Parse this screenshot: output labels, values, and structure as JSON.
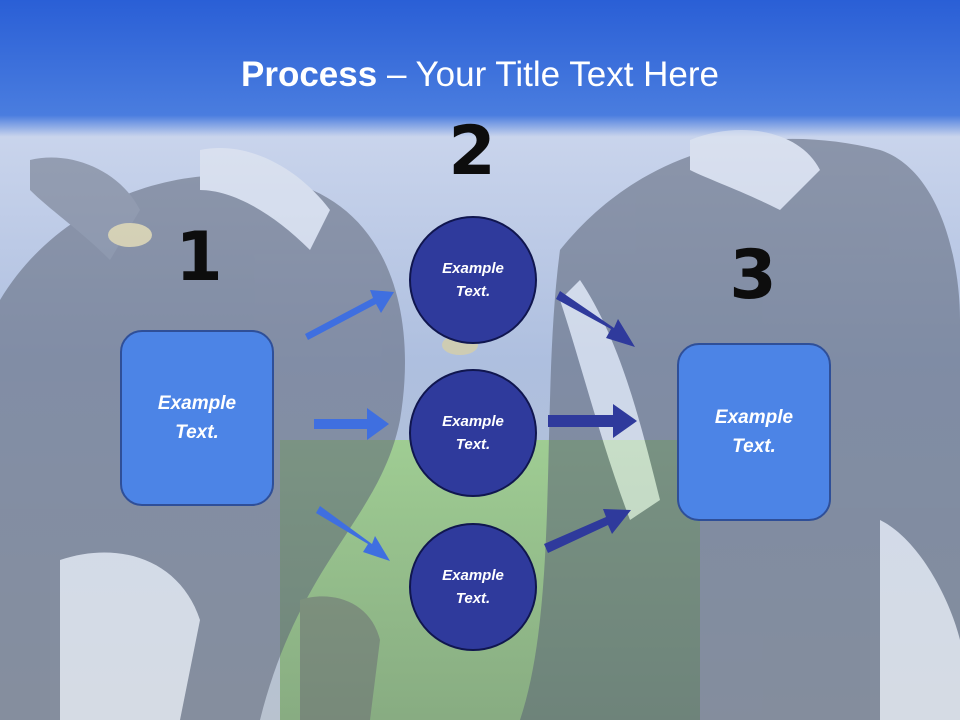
{
  "title": {
    "bold": "Process",
    "separator": " – ",
    "rest": "Your Title Text Here"
  },
  "steps": {
    "one": {
      "number": "1",
      "text": "Example Text."
    },
    "two": {
      "number": "2",
      "circles": [
        "Example Text.",
        "Example Text.",
        "Example Text."
      ]
    },
    "three": {
      "number": "3",
      "text": "Example Text."
    }
  },
  "colors": {
    "title_band": "#2f63d8",
    "box_fill": "#4c84e6",
    "circle_fill": "#2f3a9c",
    "arrow_left": "#3f6fe0",
    "arrow_right": "#2f3a9c"
  },
  "icons": [
    "arrow-up-right-icon",
    "arrow-right-icon",
    "arrow-down-right-icon"
  ]
}
